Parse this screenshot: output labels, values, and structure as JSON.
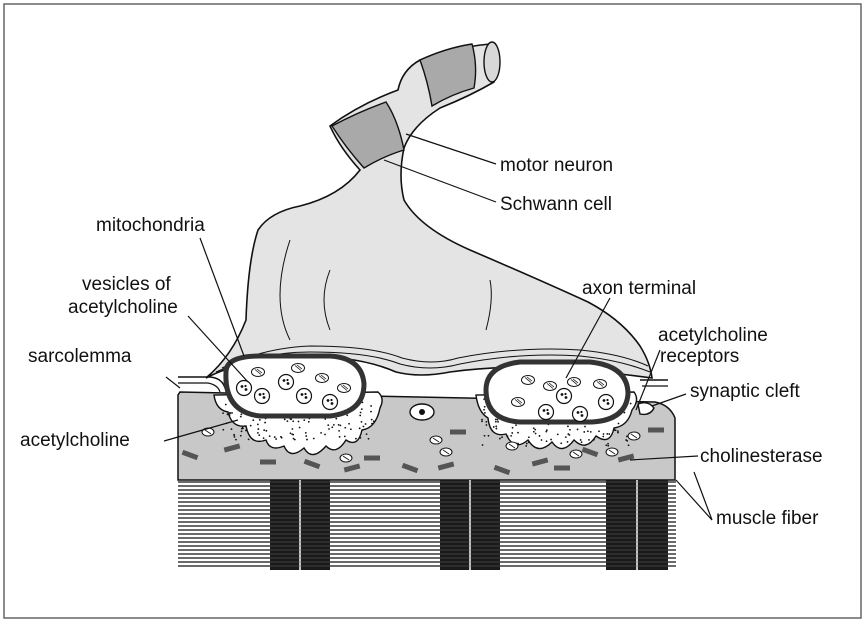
{
  "labels": {
    "motor_neuron": "motor neuron",
    "schwann_cell": "Schwann cell",
    "mitochondria": "mitochondria",
    "vesicles_line1": "vesicles of",
    "vesicles_line2": "acetylcholine",
    "axon_terminal": "axon terminal",
    "sarcolemma": "sarcolemma",
    "ach_receptors_line1": "acetylcholine",
    "ach_receptors_line2": "receptors",
    "synaptic_cleft": "synaptic cleft",
    "acetylcholine": "acetylcholine",
    "cholinesterase": "cholinesterase",
    "muscle_fiber": "muscle fiber"
  },
  "colors": {
    "frame": "#666666",
    "neuron_fill": "#e4e4e4",
    "schwann_fill": "#a9a9a9",
    "muscle_fill": "#c8c8c8",
    "stroke": "#111111"
  }
}
